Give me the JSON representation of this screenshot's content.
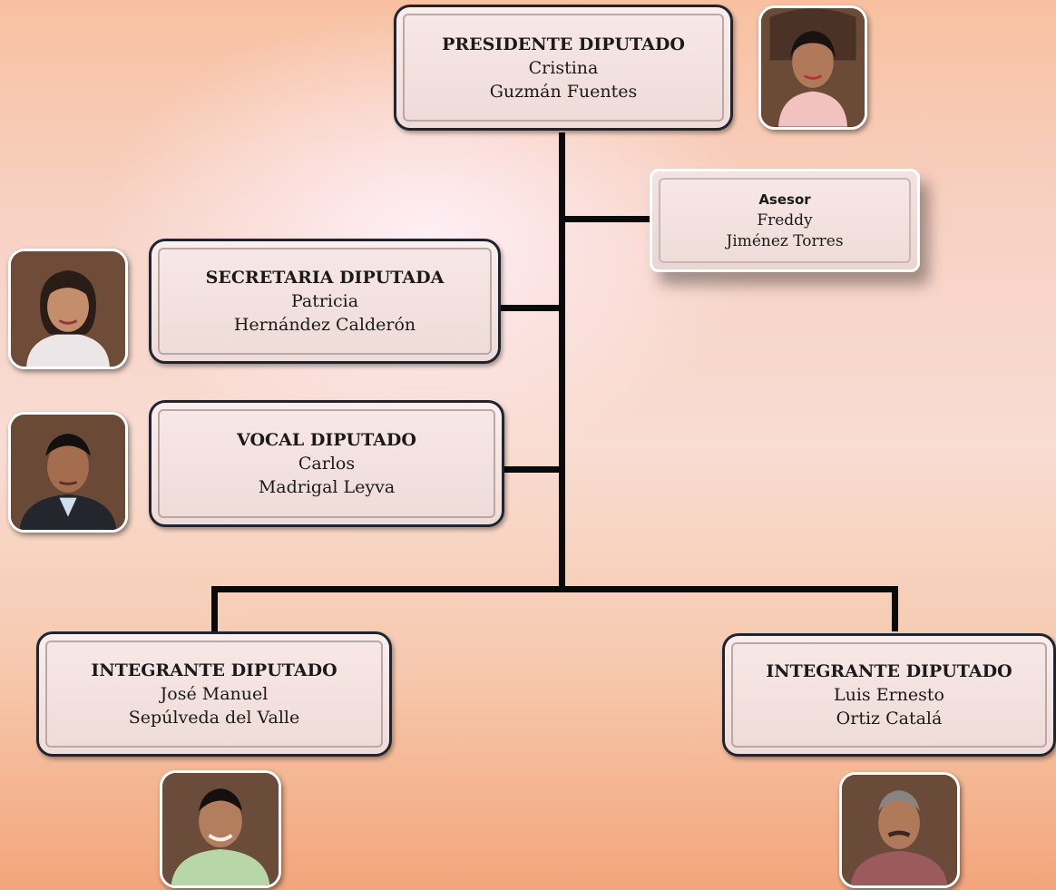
{
  "president": {
    "role": "PRESIDENTE DIPUTADO",
    "first": "Cristina",
    "last": "Guzmán Fuentes"
  },
  "advisor": {
    "role": "Asesor",
    "first": "Freddy",
    "last": "Jiménez Torres"
  },
  "secretary": {
    "role": "SECRETARIA DIPUTADA",
    "first": "Patricia",
    "last": "Hernández Calderón"
  },
  "vocal": {
    "role": "VOCAL DIPUTADO",
    "first": "Carlos",
    "last": "Madrigal Leyva"
  },
  "member_left": {
    "role": "INTEGRANTE DIPUTADO",
    "first": "José Manuel",
    "last": "Sepúlveda del Valle"
  },
  "member_right": {
    "role": "INTEGRANTE DIPUTADO",
    "first": "Luis Ernesto",
    "last": "Ortiz Catalá"
  },
  "colors": {
    "line": "#0a0a0a",
    "box_border": "#1e2430",
    "box_fill": "#f3e2e0",
    "bg_top": "#f8c0a0",
    "bg_bottom": "#f3a57a"
  }
}
